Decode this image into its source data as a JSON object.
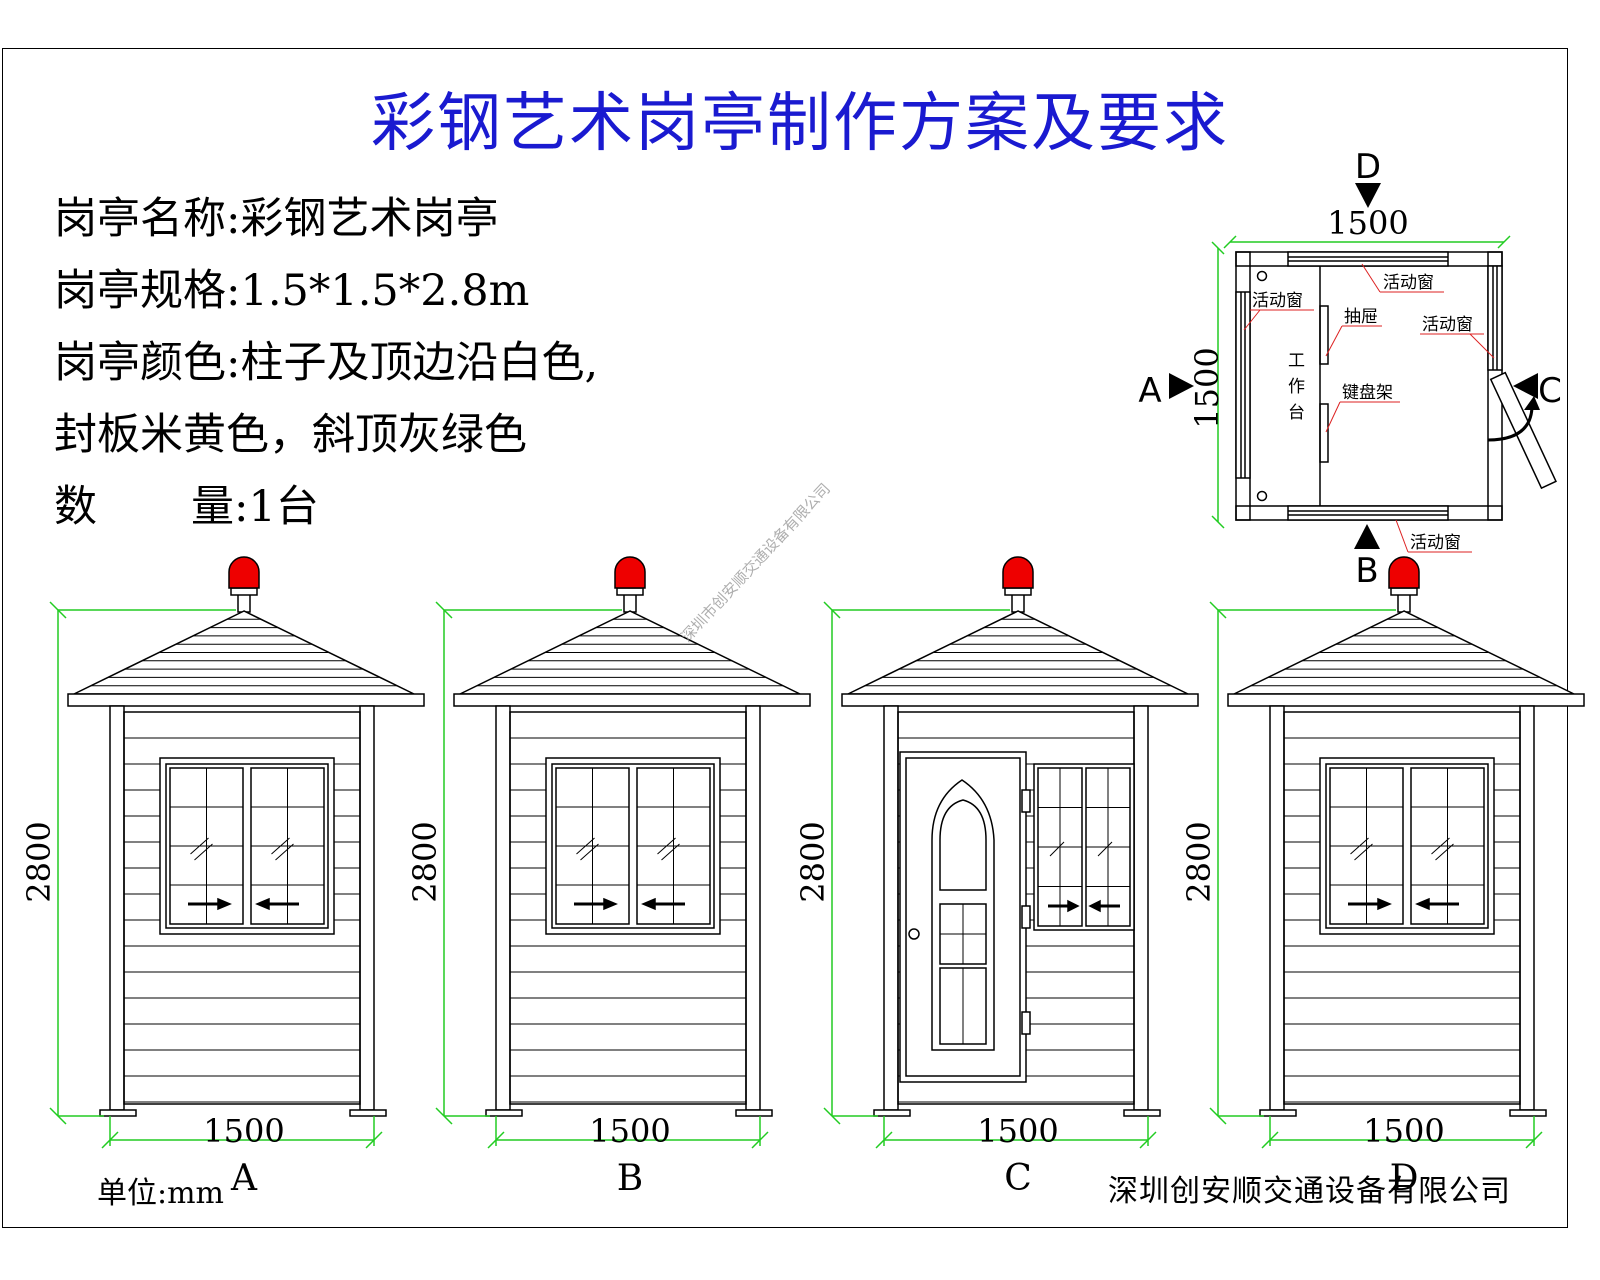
{
  "title": "彩钢艺术岗亭制作方案及要求",
  "specs": {
    "name": "岗亭名称:彩钢艺术岗亭",
    "size": "岗亭规格:1.5*1.5*2.8m",
    "color_line1": "岗亭颜色:柱子及顶边沿白色,",
    "color_line2": "封板米黄色，斜顶灰绿色",
    "qty_label_a": "数",
    "qty_label_b": "量:1台"
  },
  "plan": {
    "top_label": "D",
    "bottom_label": "B",
    "left_label": "A",
    "right_label": "C",
    "width_dim": "1500",
    "depth_dim": "1500",
    "notes": {
      "window_top": "活动窗",
      "window_left": "活动窗",
      "window_right": "活动窗",
      "window_bottom": "活动窗",
      "drawer": "抽屉",
      "keyboard": "键盘架",
      "desk": [
        "工",
        "作",
        "台"
      ]
    }
  },
  "elevations": [
    {
      "label": "A",
      "height_dim": "2800",
      "width_dim": "1500",
      "type": "window"
    },
    {
      "label": "B",
      "height_dim": "2800",
      "width_dim": "1500",
      "type": "window"
    },
    {
      "label": "C",
      "height_dim": "2800",
      "width_dim": "1500",
      "type": "door"
    },
    {
      "label": "D",
      "height_dim": "2800",
      "width_dim": "1500",
      "type": "window"
    }
  ],
  "watermark": "深圳市创安顺交通设备有限公司",
  "footer": {
    "unit": "单位:mm",
    "company": "深圳创安顺交通设备有限公司"
  },
  "colors": {
    "title": "#1a1ad0",
    "dimension": "#22cc22",
    "beacon": "#ee0000",
    "leader": "#dd2222"
  }
}
